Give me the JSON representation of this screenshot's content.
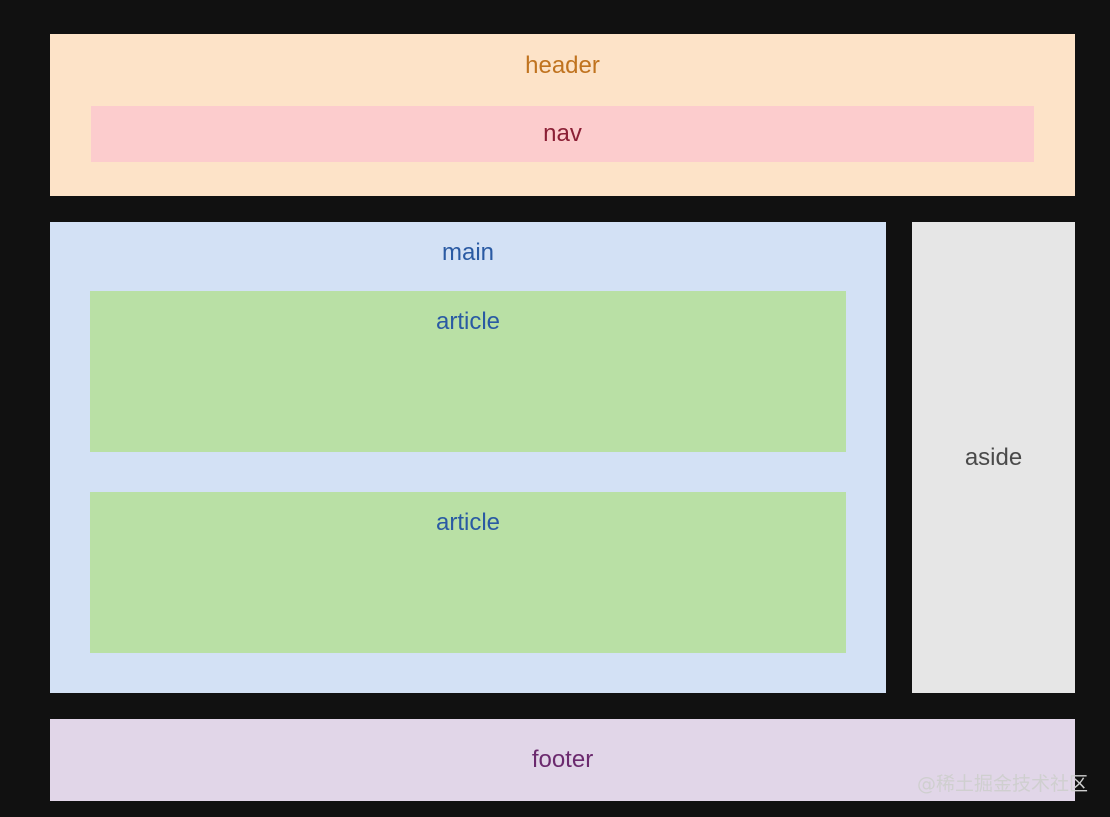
{
  "layout_diagram": {
    "header": {
      "label": "header",
      "color": "#fde3c8"
    },
    "nav": {
      "label": "nav",
      "color": "#fccccd"
    },
    "main": {
      "label": "main",
      "color": "#d3e1f5"
    },
    "articles": [
      {
        "label": "article",
        "color": "#b9e0a5"
      },
      {
        "label": "article",
        "color": "#b9e0a5"
      }
    ],
    "aside": {
      "label": "aside",
      "color": "#e6e6e6"
    },
    "footer": {
      "label": "footer",
      "color": "#e1d6e8"
    },
    "background_color": "#111111"
  },
  "watermark": {
    "text": "@稀土掘金技术社区"
  }
}
